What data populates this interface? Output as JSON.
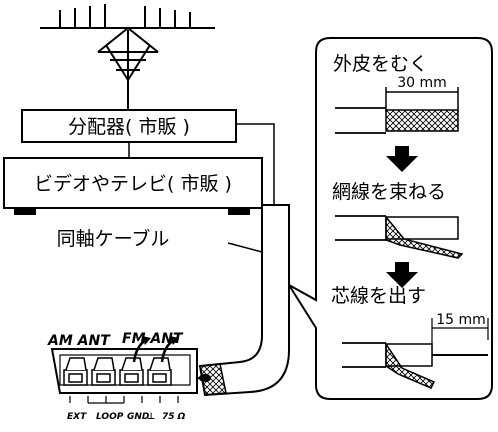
{
  "labels": {
    "splitter": "分配器( 市販 )",
    "video_tv": "ビデオやテレビ( 市販 )",
    "cable": "同軸ケーブル"
  },
  "steps": {
    "step1": "外皮をむく",
    "step1_dim": "30 mm",
    "step2": "網線を束ねる",
    "step3": "芯線を出す",
    "step3_dim": "15 mm"
  },
  "terminal": {
    "am_ant": "AM ANT",
    "fm_ant": "FM ANT",
    "ext": "EXT",
    "loop": "LOOP",
    "gnd": "GND",
    "ohm": "75 Ω"
  }
}
